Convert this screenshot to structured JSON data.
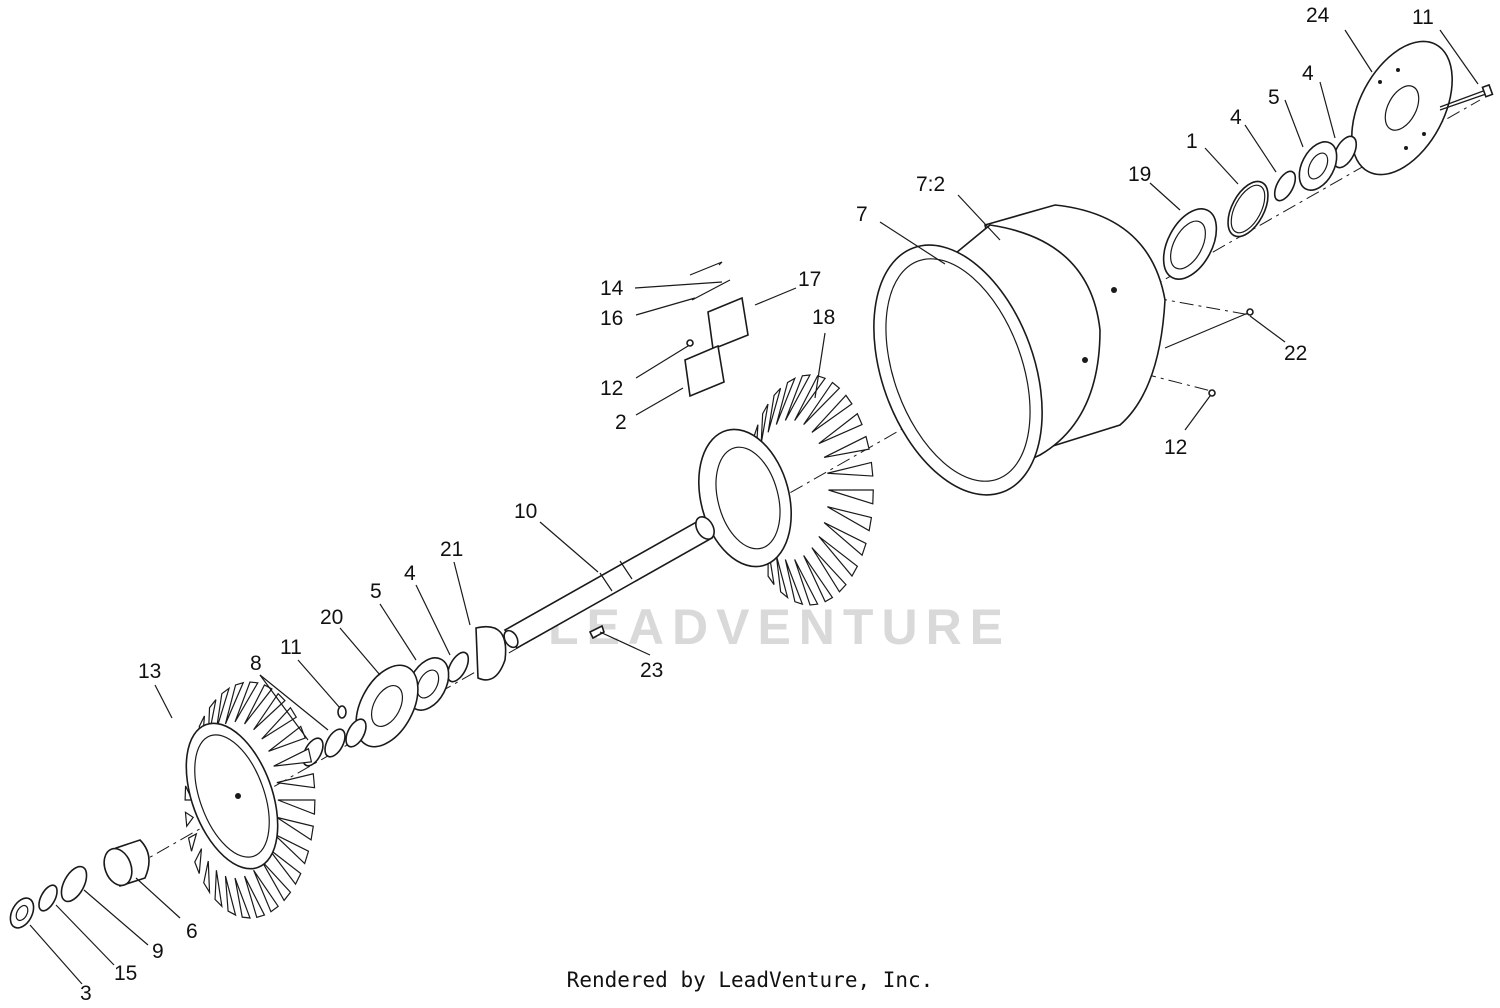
{
  "watermark": "LEADVENTURE",
  "footer": "Rendered by LeadVenture, Inc.",
  "callouts": [
    "24",
    "11",
    "4",
    "5",
    "1",
    "4",
    "19",
    "7:2",
    "7",
    "17",
    "14",
    "16",
    "18",
    "12",
    "2",
    "22",
    "12",
    "10",
    "21",
    "5",
    "4",
    "20",
    "11",
    "8",
    "13",
    "23",
    "6",
    "9",
    "15",
    "3"
  ]
}
